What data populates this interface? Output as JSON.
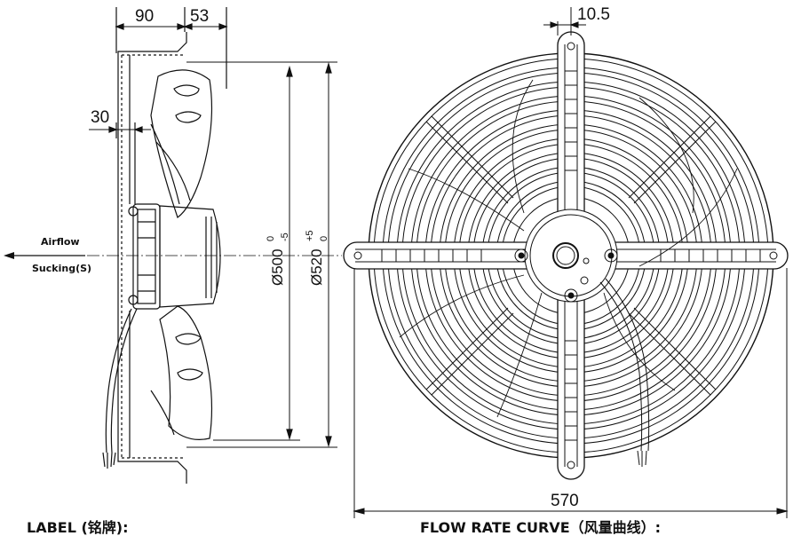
{
  "dimensions": {
    "d90": "90",
    "d53": "53",
    "d30": "30",
    "d105": "10.5",
    "d570": "570",
    "dia500": {
      "main": "Ø500",
      "upper": "0",
      "lower": "-5"
    },
    "dia520": {
      "main": "Ø520",
      "upper": "+5",
      "lower": "0"
    }
  },
  "airflow": {
    "label": "Airflow",
    "mode": "Sucking(S)"
  },
  "labels": {
    "label_section": "LABEL (铭牌):",
    "flow_rate_section": "FLOW RATE CURVE（风量曲线）:"
  }
}
